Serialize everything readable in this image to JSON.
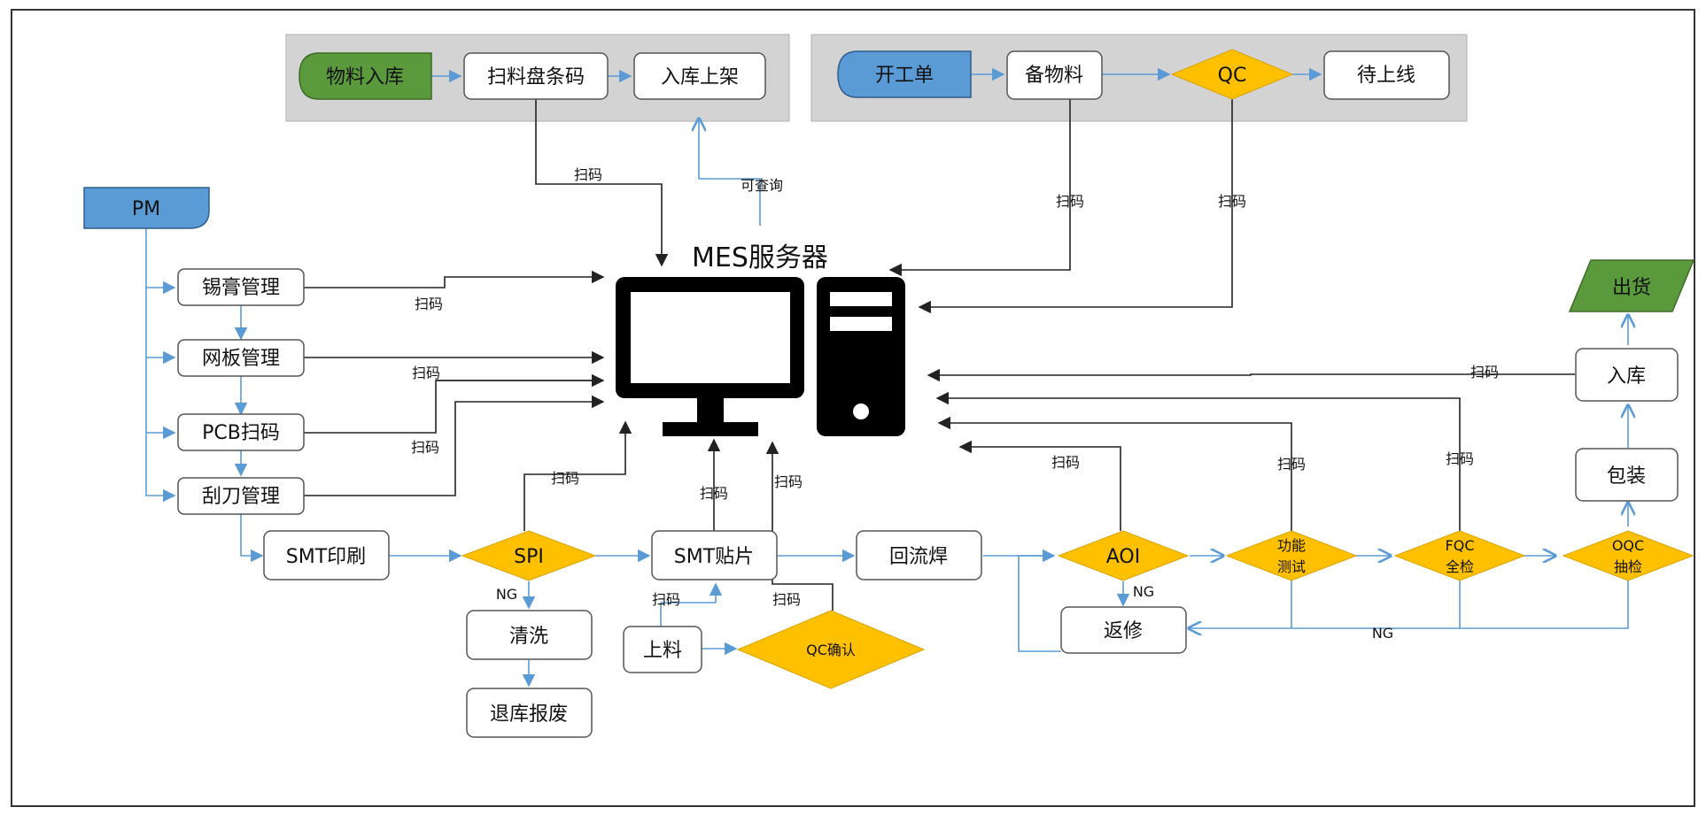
{
  "diagram": {
    "server_title": "MES服务器",
    "nodes": {
      "material_in": "物料入库",
      "scan_reel": "扫料盘条码",
      "shelve": "入库上架",
      "work_order": "开工单",
      "prep_material": "备物料",
      "qc_top": "QC",
      "await_line": "待上线",
      "pm": "PM",
      "solder_paste": "锡膏管理",
      "stencil": "网板管理",
      "pcb_scan": "PCB扫码",
      "squeegee": "刮刀管理",
      "smt_print": "SMT印刷",
      "spi": "SPI",
      "clean": "清洗",
      "scrap": "退库报废",
      "smt_mount": "SMT贴片",
      "load_material": "上料",
      "qc_confirm": "QC确认",
      "reflow": "回流焊",
      "aoi": "AOI",
      "repair": "返修",
      "func_test_1": "功能",
      "func_test_2": "测试",
      "fqc_1": "FQC",
      "fqc_2": "全检",
      "oqc_1": "OQC",
      "oqc_2": "抽检",
      "package": "包装",
      "warehouse": "入库",
      "ship": "出货"
    },
    "labels": {
      "scan_reel_to_server": "扫码",
      "queryable": "可查询",
      "prep_scan": "扫码",
      "qc_scan": "扫码",
      "solder_scan": "扫码",
      "stencil_scan": "扫码",
      "squeegee_scan": "扫码",
      "spi_scan": "扫码",
      "mount_scan": "扫码",
      "qc_confirm_scan": "扫码",
      "load_scan": "扫码",
      "aoi_scan": "扫码",
      "func_scan": "扫码",
      "fqc_scan": "扫码",
      "warehouse_scan": "扫码",
      "spi_ng": "NG",
      "aoi_ng": "NG",
      "rework_ng": "NG"
    },
    "colors": {
      "green": "#5a9a3c",
      "blue": "#5b9bd5",
      "yellow": "#ffc000",
      "group_bg": "#d3d3d3",
      "arrow_blue": "#5b9bd5",
      "line_dark": "#222222"
    }
  }
}
